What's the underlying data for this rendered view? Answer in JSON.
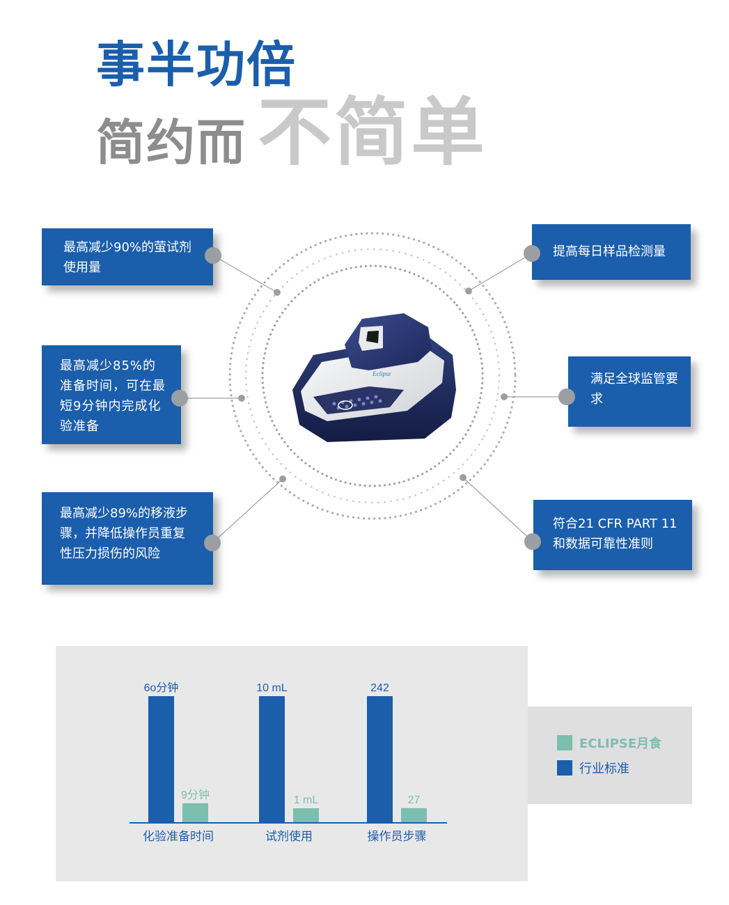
{
  "header": {
    "title_line1": "事半功倍",
    "title_line2_small": "简约而",
    "title_line2_large": "不简单"
  },
  "callouts": {
    "left_top": "最高减少90%的萤试剂使用量",
    "left_mid": "最高减少85%的准备时间，可在最短9分钟内完成化验准备",
    "left_bottom": "最高减少89%的移液步骤，并降低操作员重复性压力损伤的风险",
    "right_top": "提高每日样品检测量",
    "right_mid": "满足全球监管要求",
    "right_bottom": "符合21 CFR PART 11和数据可靠性准则"
  },
  "device": {
    "brand_text": "Eclipse"
  },
  "colors": {
    "brand_blue": "#1b5eab",
    "eclipse_green": "#7bbfad",
    "title_grey": "#8d8d8d",
    "title_light_grey": "#c9c9c9",
    "connector_grey": "#9b9ea3"
  },
  "chart_data": {
    "type": "bar",
    "categories": [
      "化验准备时间",
      "试剂使用",
      "操作员步骤"
    ],
    "series": [
      {
        "name": "行业标准",
        "color": "#1b5eab",
        "value_labels": [
          "6o分钟",
          "10 mL",
          "242"
        ],
        "values": [
          60,
          10,
          242
        ]
      },
      {
        "name": "ECLIPSE月食",
        "color": "#7bbfad",
        "value_labels": [
          "9分钟",
          "1 mL",
          "27"
        ],
        "values": [
          9,
          1,
          27
        ]
      }
    ],
    "legend": {
      "position": "right",
      "items": [
        "ECLIPSE月食",
        "行业标准"
      ]
    },
    "grid": false
  }
}
